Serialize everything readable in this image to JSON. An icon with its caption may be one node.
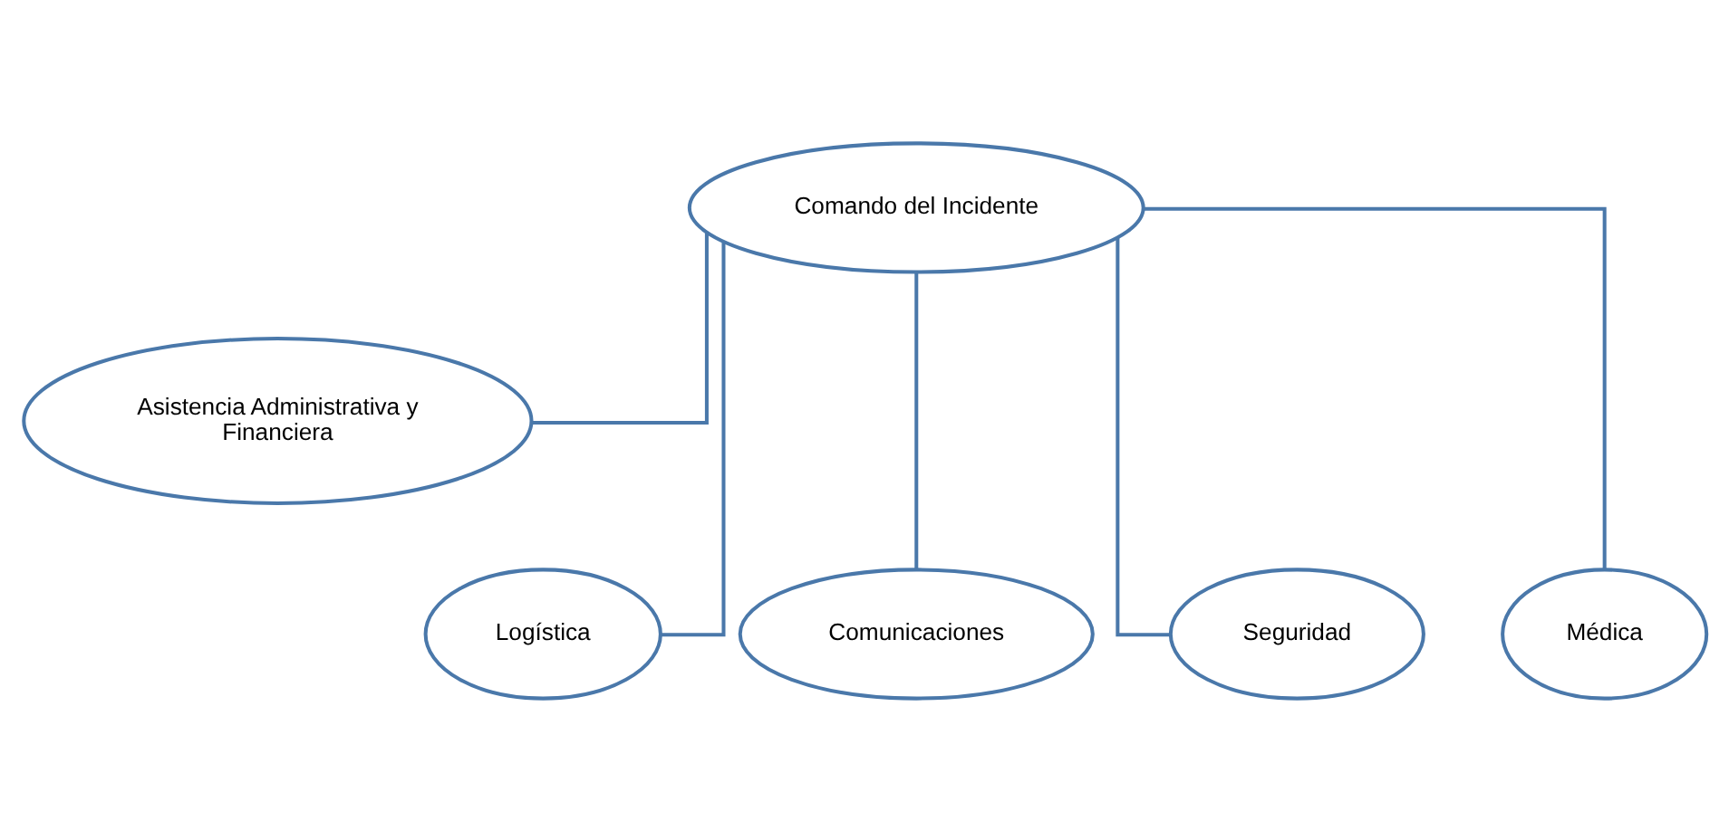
{
  "diagram": {
    "nodes": [
      {
        "text": [
          "Comando del Incidente"
        ]
      },
      {
        "text": [
          "Asistencia Administrativa y Financiera"
        ]
      },
      {
        "text": [
          "Logística"
        ]
      },
      {
        "text": [
          "Comunicaciones"
        ]
      },
      {
        "text": [
          "Seguridad"
        ]
      },
      {
        "text": [
          "Médica"
        ]
      }
    ],
    "edges": [
      {
        "from": 0,
        "to": 1,
        "arrow": "none"
      },
      {
        "from": 0,
        "to": 2,
        "arrow": "none"
      },
      {
        "from": 0,
        "to": 3,
        "arrow": "none"
      },
      {
        "from": 0,
        "to": 4,
        "arrow": "none"
      },
      {
        "from": 0,
        "to": 5,
        "arrow": "none"
      }
    ]
  }
}
